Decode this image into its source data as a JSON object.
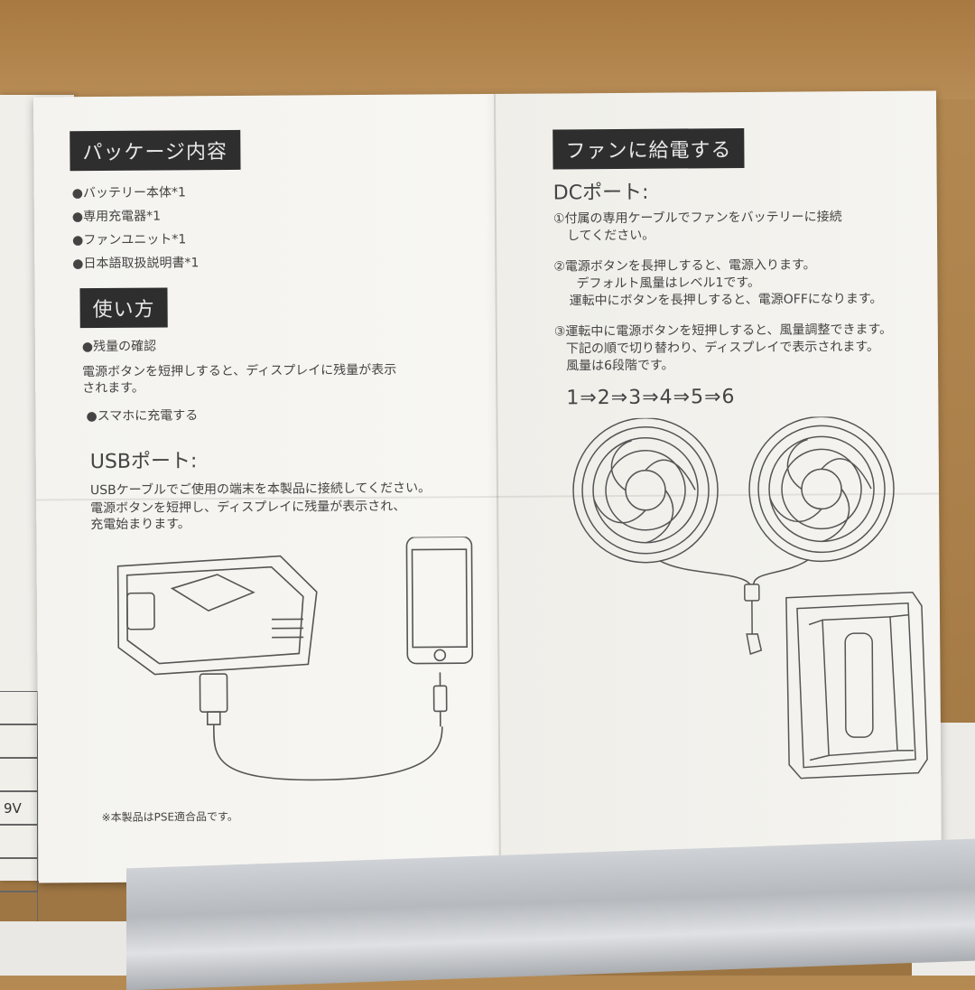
{
  "left_panel": {
    "package_heading": "パッケージ内容",
    "package_items": [
      "●バッテリー本体*1",
      "●専用充電器*1",
      "●ファンユニット*1",
      "●日本語取扱説明書*1"
    ],
    "usage_heading": "使い方",
    "battery_check": "●残量の確認",
    "battery_check_desc_1": "電源ボタンを短押しすると、ディスプレイに残量が表示",
    "battery_check_desc_2": "されます。",
    "charge_phone": "●スマホに充電する",
    "usb_port_title": "USBポート:",
    "usb_desc_1": "USBケーブルでご使用の端末を本製品に接続してください。",
    "usb_desc_2": "電源ボタンを短押し、ディスプレイに残量が表示され、",
    "usb_desc_3": "充電始まります。",
    "pse_note": "※本製品はPSE適合品です。"
  },
  "right_panel": {
    "heading": "ファンに給電する",
    "dc_port_title": "DCポート:",
    "step1_1": "①付属の専用ケーブルでファンをバッテリーに接続",
    "step1_2": "してください。",
    "step2_1": "②電源ボタンを長押しすると、電源入ります。",
    "step2_2": "デフォルト風量はレベル1です。",
    "step2_3": "運転中にボタンを長押しすると、電源OFFになります。",
    "step3_1": "③運転中に電源ボタンを短押しすると、風量調整できます。",
    "step3_2": "下記の順で切り替わり、ディスプレイで表示されます。",
    "step3_3": "風量は6段階です。",
    "sequence": "1⇒2⇒3⇒4⇒5⇒6"
  },
  "left_flap_table": {
    "rows": [
      "",
      "",
      "",
      "9V",
      "",
      "",
      ""
    ]
  }
}
